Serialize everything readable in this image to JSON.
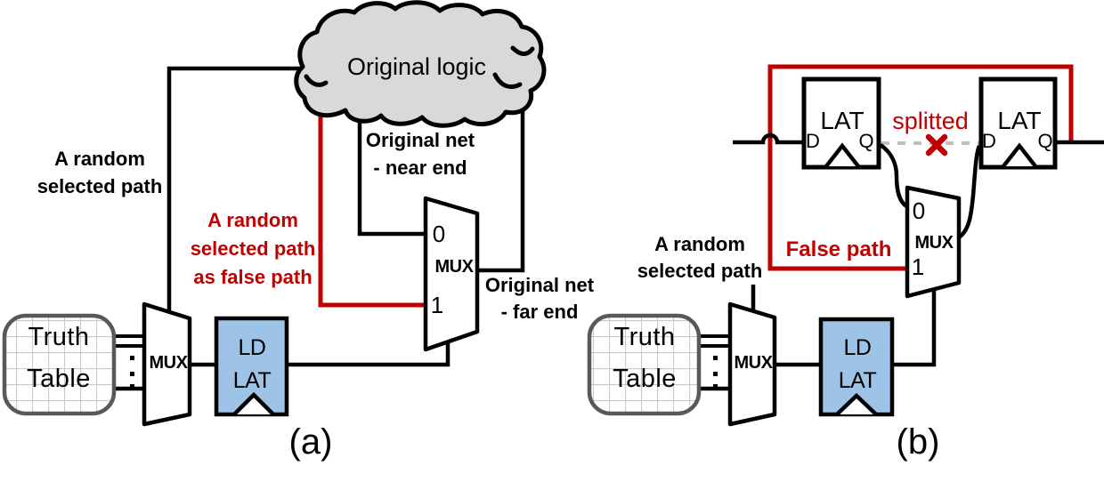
{
  "colors": {
    "accent_red": "#c00000",
    "latch_fill": "#9dc3e6",
    "cloud_fill": "#d9d9d9",
    "table_border": "#595959",
    "split_dash_gray": "#bfbfbf",
    "line_black": "#000000"
  },
  "icons": {
    "split_marker": "x-mark-icon",
    "more_inputs": "vertical-ellipsis-icon",
    "latch_clock": "edge-triangle-icon",
    "wire_hop": "wire-jump-icon"
  },
  "diagram_a": {
    "caption": "(a)",
    "cloud_label": "Original logic",
    "random_path_label": {
      "line1": "A random",
      "line2": "selected path"
    },
    "false_path_label": {
      "line1": "A random",
      "line2": "selected path",
      "line3": "as false path"
    },
    "near_end_label": {
      "line1": "Original net",
      "line2": "- near end"
    },
    "far_end_label": {
      "line1": "Original net",
      "line2": "- far end"
    },
    "bypass_mux": {
      "in0": "0",
      "label": "MUX",
      "in1": "1"
    },
    "truth_table": {
      "line1": "Truth",
      "line2": "Table"
    },
    "input_mux_label": "MUX",
    "latch": {
      "line1": "LD",
      "line2": "LAT"
    }
  },
  "diagram_b": {
    "caption": "(b)",
    "random_path_label": {
      "line1": "A random",
      "line2": "selected path"
    },
    "false_path_label": "False path",
    "splitted_label": "splitted",
    "lat1": {
      "label": "LAT",
      "d": "D",
      "q": "Q"
    },
    "lat2": {
      "label": "LAT",
      "d": "D",
      "q": "Q"
    },
    "bypass_mux": {
      "in0": "0",
      "label": "MUX",
      "in1": "1"
    },
    "truth_table": {
      "line1": "Truth",
      "line2": "Table"
    },
    "input_mux_label": "MUX",
    "latch": {
      "line1": "LD",
      "line2": "LAT"
    }
  }
}
